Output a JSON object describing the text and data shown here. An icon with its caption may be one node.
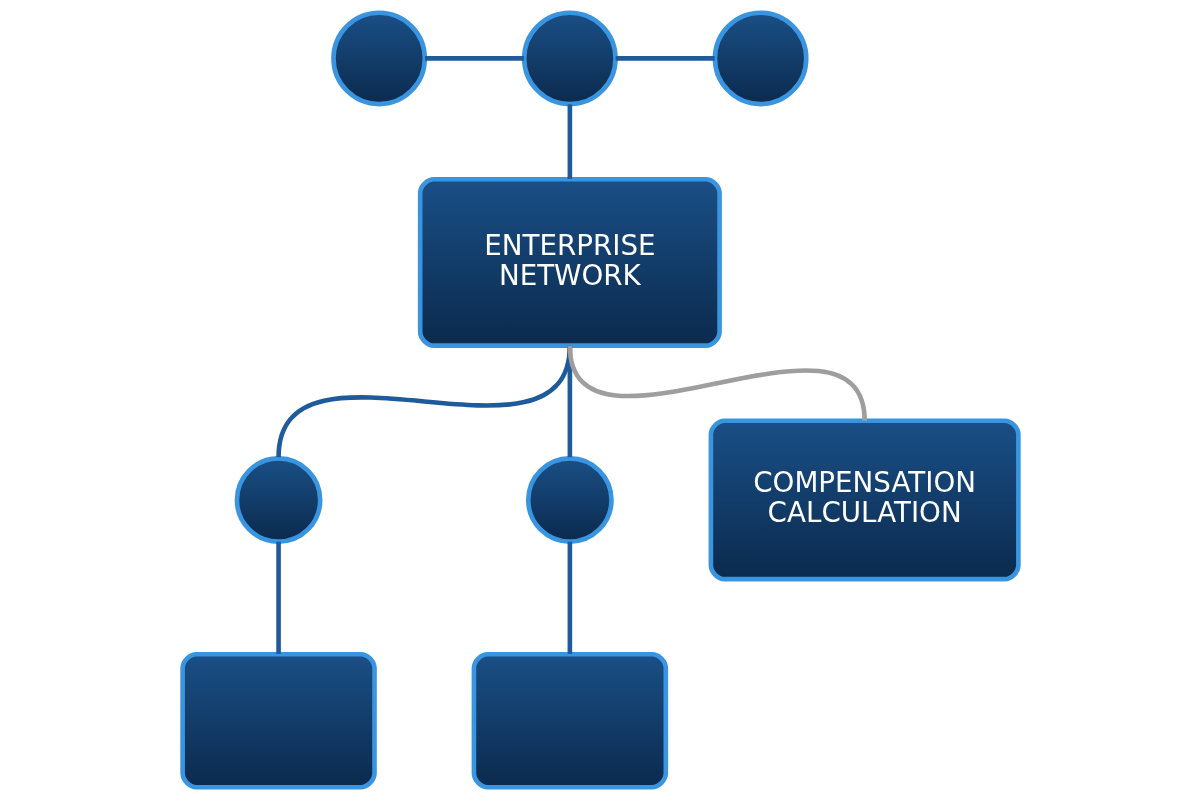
{
  "diagram": {
    "nodes": [
      {
        "text": [],
        "shape": "circle"
      },
      {
        "text": [],
        "shape": "circle"
      },
      {
        "text": [],
        "shape": "circle"
      },
      {
        "text": [
          "ENTERPRISE NETWORK"
        ]
      },
      {
        "text": [],
        "shape": "circle"
      },
      {
        "text": [],
        "shape": "circle"
      },
      {
        "text": [
          "COMPENSATION CALCULATION"
        ]
      },
      {
        "text": [],
        "shape": "box"
      },
      {
        "text": [],
        "shape": "box"
      }
    ],
    "edges": [
      {
        "from": 0,
        "to": 1,
        "arrow": "none"
      },
      {
        "from": 1,
        "to": 2,
        "arrow": "none"
      },
      {
        "from": 1,
        "to": 3,
        "arrow": "none"
      },
      {
        "from": 3,
        "to": 4,
        "arrow": "none"
      },
      {
        "from": 3,
        "to": 5,
        "arrow": "none"
      },
      {
        "from": 3,
        "to": 6,
        "arrow": "none",
        "color": "#9e9e9e"
      },
      {
        "from": 4,
        "to": 7,
        "arrow": "none"
      },
      {
        "from": 5,
        "to": 8,
        "arrow": "none"
      }
    ]
  }
}
